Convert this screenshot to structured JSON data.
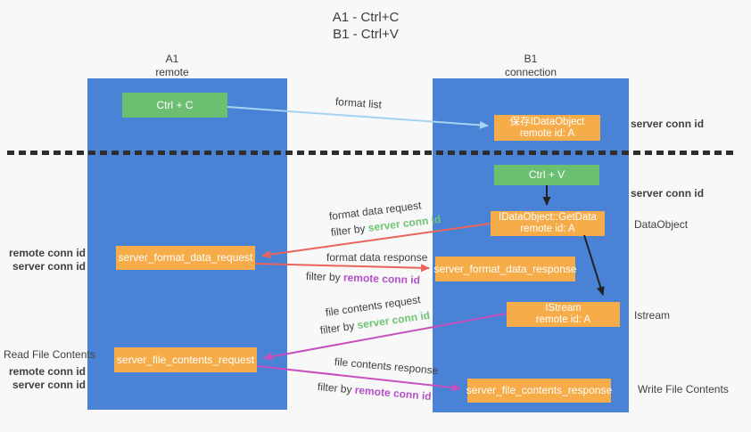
{
  "title": {
    "line1": "A1 - Ctrl+C",
    "line2": "B1 - Ctrl+V"
  },
  "lanes": {
    "left": {
      "name": "A1",
      "role": "remote"
    },
    "right": {
      "name": "B1",
      "role": "connection"
    }
  },
  "nodes": {
    "ctrl_c": "Ctrl + C",
    "ctrl_v": "Ctrl + V",
    "save_idataobject": {
      "line1": "保存IDataObject",
      "line2": "remote id: A"
    },
    "getdata": {
      "line1": "IDataObject::GetData",
      "line2": "remote id: A"
    },
    "istream": {
      "line1": "IStream",
      "line2": "remote id: A"
    },
    "server_format_data_request": "server_format_data_request",
    "server_format_data_response": "server_format_data_response",
    "server_file_contents_request": "server_file_contents_request",
    "server_file_contents_response": "server_file_contents_response"
  },
  "arrow_labels": {
    "format_list": "format list",
    "format_data_request": "format data request",
    "format_data_response": "format data response",
    "file_contents_request": "file contents request",
    "file_contents_response": "file contents response",
    "filter_by": "filter by ",
    "server_conn_id": "server conn id",
    "remote_conn_id": "remote conn id"
  },
  "side_labels": {
    "server_conn_id_top_right": "server conn id",
    "server_conn_id_mid_right": "server conn id",
    "dataobject": "DataObject",
    "istream": "Istream",
    "write_file_contents": "Write File Contents",
    "read_file_contents": "Read File Contents",
    "remote_conn_id_mid_left": "remote conn id",
    "server_conn_id_mid_left": "server conn id",
    "remote_conn_id_bot_left": "remote conn id",
    "server_conn_id_bot_left": "server conn id"
  },
  "colors": {
    "background": "#f8f8f8",
    "lane_blue": "#4a82d6",
    "box_green": "#6cbe70",
    "box_orange": "#f7ac4a",
    "arrow_light_blue": "#a6d3f2",
    "arrow_red": "#e8645c",
    "arrow_magenta": "#c750bd",
    "arrow_black": "#222222",
    "text_green": "#6fc475",
    "text_purple": "#b44fc8",
    "text_dark": "#3f3f3f"
  }
}
